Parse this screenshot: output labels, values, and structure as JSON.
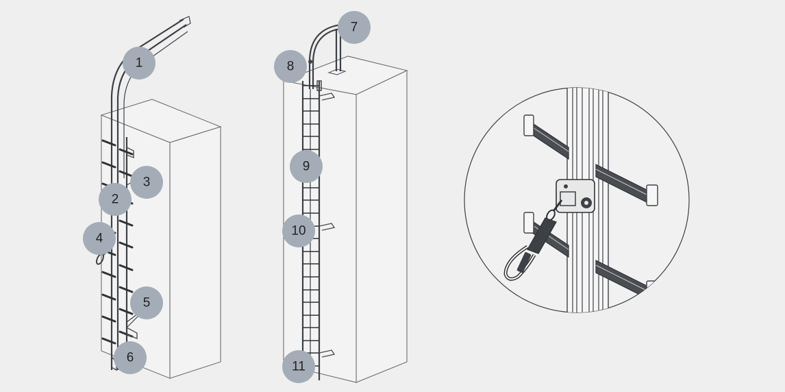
{
  "callouts": [
    {
      "id": "1",
      "label": "1"
    },
    {
      "id": "2",
      "label": "2"
    },
    {
      "id": "3",
      "label": "3"
    },
    {
      "id": "4",
      "label": "4"
    },
    {
      "id": "5",
      "label": "5"
    },
    {
      "id": "6",
      "label": "6"
    },
    {
      "id": "7",
      "label": "7"
    },
    {
      "id": "8",
      "label": "8"
    },
    {
      "id": "9",
      "label": "9"
    },
    {
      "id": "10",
      "label": "10"
    },
    {
      "id": "11",
      "label": "11"
    }
  ],
  "colors": {
    "background": "#efefef",
    "callout_fill": "#a4adb7",
    "callout_text": "#1f2226",
    "line_art": "#3d4044"
  }
}
